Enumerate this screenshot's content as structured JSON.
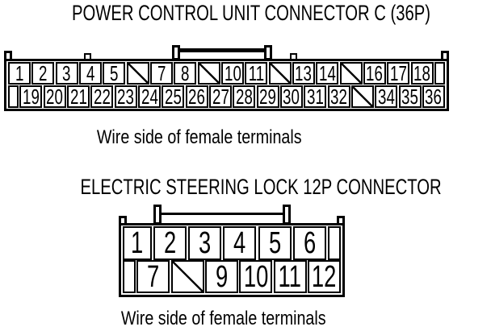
{
  "colors": {
    "line": "#000000",
    "background": "#ffffff"
  },
  "connectors": [
    {
      "title": "POWER CONTROL UNIT CONNECTOR C (36P)",
      "caption": "Wire side of female terminals",
      "pins_top": [
        "1",
        "2",
        "3",
        "4",
        "5",
        "/",
        "7",
        "8",
        "/",
        "10",
        "11",
        "/",
        "13",
        "14",
        "/",
        "16",
        "17",
        "18",
        ""
      ],
      "pins_bottom": [
        "",
        "19",
        "20",
        "21",
        "22",
        "23",
        "24",
        "25",
        "26",
        "27",
        "28",
        "29",
        "30",
        "31",
        "32",
        "/",
        "34",
        "35",
        "36"
      ]
    },
    {
      "title": "ELECTRIC STEERING LOCK 12P CONNECTOR",
      "caption": "Wire side of female terminals",
      "pins_top": [
        "1",
        "2",
        "3",
        "4",
        "5",
        "6",
        ""
      ],
      "pins_bottom": [
        "",
        "7",
        "/",
        "9",
        "10",
        "11",
        "12"
      ]
    }
  ]
}
